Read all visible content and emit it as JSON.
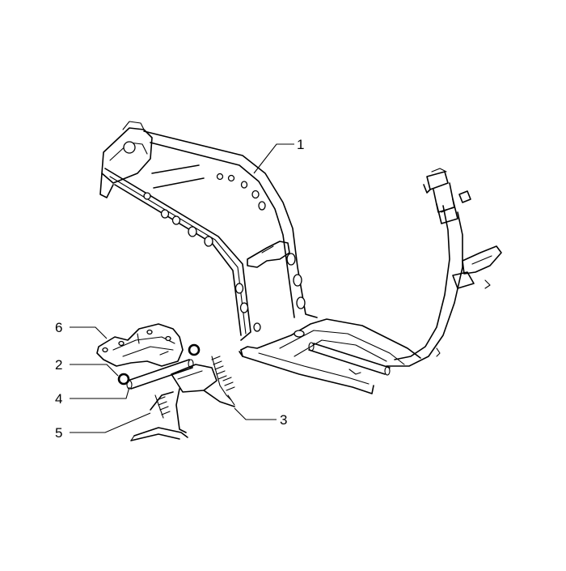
{
  "diagram": {
    "callouts": [
      {
        "id": "1",
        "label": "1",
        "part": "frame"
      },
      {
        "id": "2",
        "label": "2",
        "part": "washer-ring"
      },
      {
        "id": "3",
        "label": "3",
        "part": "return-spring"
      },
      {
        "id": "4",
        "label": "4",
        "part": "pivot-pin"
      },
      {
        "id": "5",
        "label": "5",
        "part": "center-stand"
      },
      {
        "id": "6",
        "label": "6",
        "part": "stand-bracket"
      }
    ],
    "colors": {
      "line": "#000000",
      "background": "#ffffff"
    }
  }
}
